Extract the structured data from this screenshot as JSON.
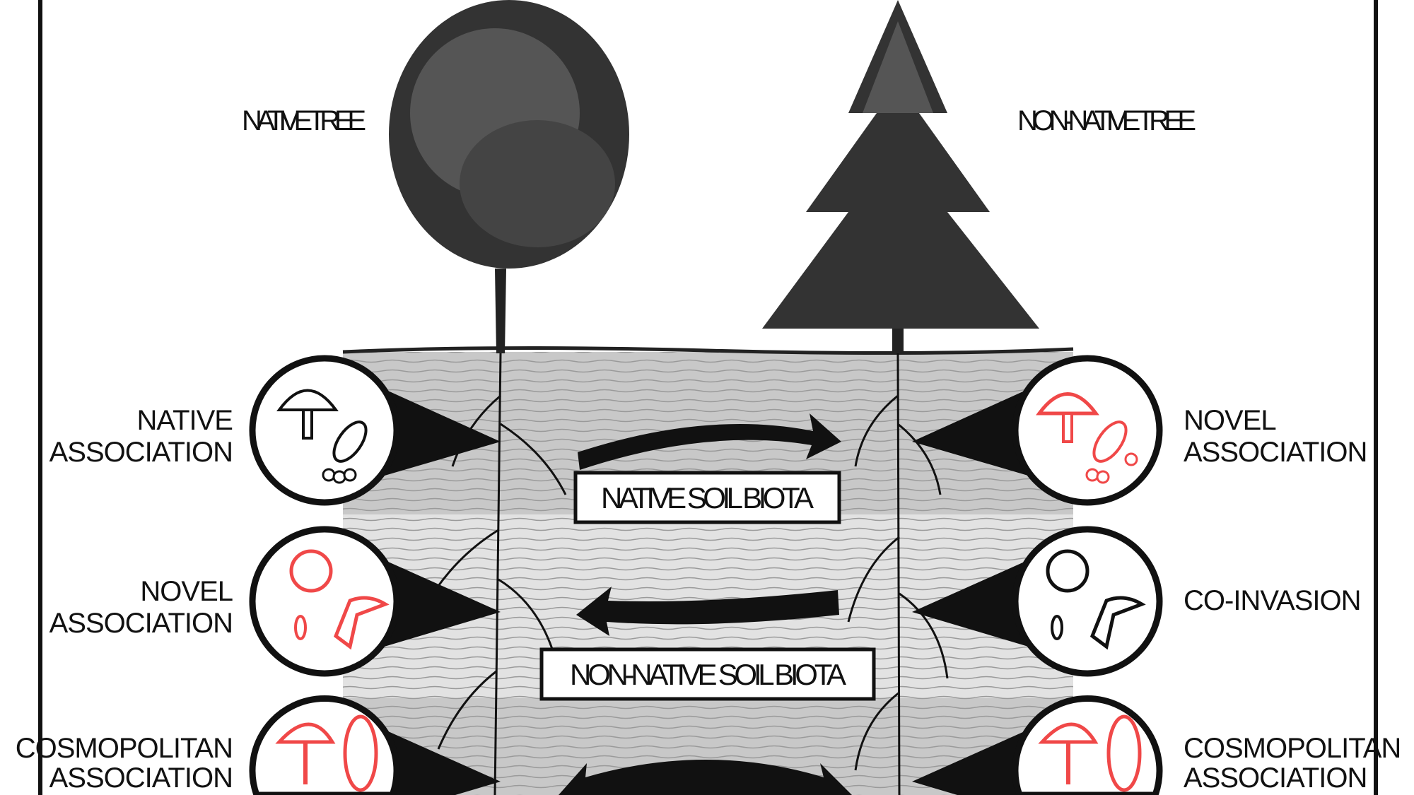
{
  "trees": {
    "native_label": "NATIVE TREE",
    "nonnative_label": "NON-NATIVE TREE"
  },
  "soil_boxes": {
    "native": "NATIVE SOIL BIOTA",
    "nonnative": "NON-NATIVE SOIL BIOTA"
  },
  "left_labels": [
    {
      "line1": "NATIVE",
      "line2": "ASSOCIATION"
    },
    {
      "line1": "NOVEL",
      "line2": "ASSOCIATION"
    },
    {
      "line1": "COSMOPOLITAN",
      "line2": "ASSOCIATION"
    }
  ],
  "right_labels": [
    {
      "line1": "NOVEL",
      "line2": "ASSOCIATION"
    },
    {
      "line1": "CO-INVASION",
      "line2": ""
    },
    {
      "line1": "COSMOPOLITAN",
      "line2": "ASSOCIATION"
    }
  ],
  "colors": {
    "red": "#f04848",
    "ink": "#111111",
    "soil": "#c8c8c8",
    "soil_light": "#e2e2e2"
  }
}
